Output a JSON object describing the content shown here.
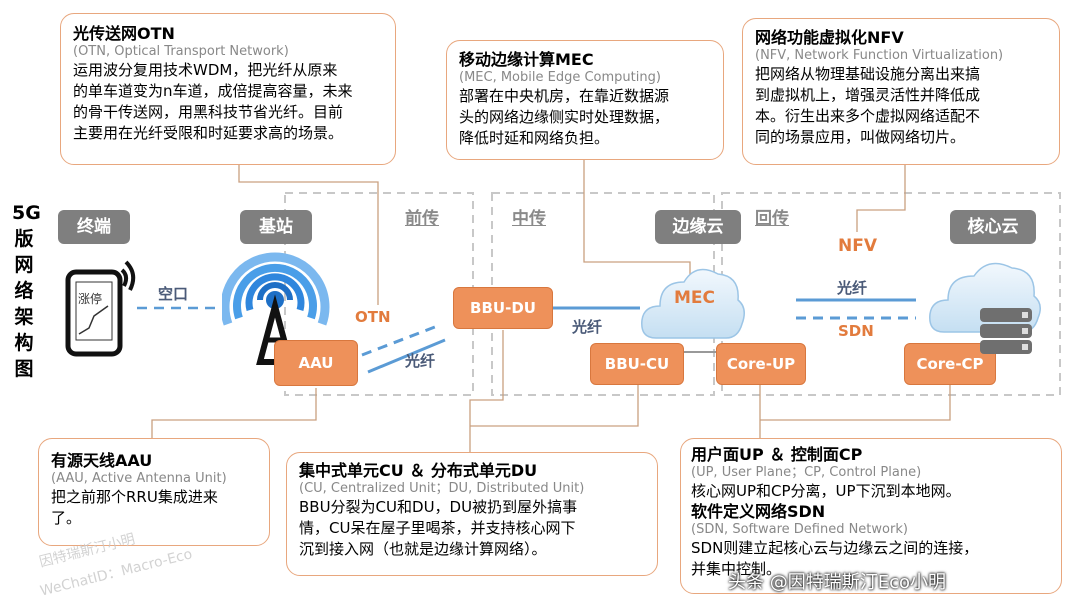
{
  "title_vertical": "5G版网络架构图",
  "tags": {
    "terminal": "终端",
    "base_station": "基站",
    "edge_cloud": "边缘云",
    "core_cloud": "核心云"
  },
  "segments": {
    "fronthaul": "前传",
    "midhaul": "中传",
    "backhaul": "回传"
  },
  "labels": {
    "air_interface": "空口",
    "otn": "OTN",
    "fiber1": "光纤",
    "fiber2": "光纤",
    "fiber3": "光纤",
    "nfv": "NFV",
    "sdn": "SDN",
    "mec": "MEC",
    "phone_screen": "涨停"
  },
  "boxes": {
    "aau": "AAU",
    "bbu_du": "BBU-DU",
    "bbu_cu": "BBU-CU",
    "core_up": "Core-UP",
    "core_cp": "Core-CP"
  },
  "callouts": {
    "otn": {
      "title": "光传送网OTN",
      "subtitle": "(OTN, Optical Transport Network)",
      "lines": [
        "运用波分复用技术WDM，把光纤从原来",
        "的单车道变为n车道，成倍提高容量，未来",
        "的骨干传送网，用黑科技节省光纤。目前",
        "主要用在光纤受限和时延要求高的场景。"
      ]
    },
    "mec": {
      "title": "移动边缘计算MEC",
      "subtitle": "(MEC, Mobile Edge Computing)",
      "lines": [
        "部署在中央机房，在靠近数据源",
        "头的网络边缘侧实时处理数据，",
        "降低时延和网络负担。"
      ]
    },
    "nfv": {
      "title": "网络功能虚拟化NFV",
      "subtitle": "(NFV, Network Function Virtualization)",
      "lines": [
        "把网络从物理基础设施分离出来搞",
        "到虚拟机上，增强灵活性并降低成",
        "本。衍生出来多个虚拟网络适配不",
        "同的场景应用，叫做网络切片。"
      ]
    },
    "aau": {
      "title": "有源天线AAU",
      "subtitle": "(AAU, Active Antenna Unit)",
      "lines": [
        "把之前那个RRU集成进来",
        "了。"
      ]
    },
    "cu_du": {
      "title": "集中式单元CU ＆ 分布式单元DU",
      "subtitle": "(CU, Centralized Unit；DU, Distributed Unit)",
      "lines": [
        "BBU分裂为CU和DU，DU被扔到屋外搞事",
        "情，CU呆在屋子里喝茶，并支持核心网下",
        "沉到接入网（也就是边缘计算网络）。"
      ]
    },
    "up_cp": {
      "title": "用户面UP ＆ 控制面CP",
      "subtitle": "(UP, User Plane；CP, Control Plane)",
      "lines": [
        "核心网UP和CP分离，UP下沉到本地网。"
      ],
      "title2": "软件定义网络SDN",
      "subtitle2": "(SDN, Software Defined Network)",
      "lines2": [
        "SDN则建立起核心云与边缘云之间的连接，",
        "并集中控制。"
      ]
    }
  },
  "watermarks": {
    "left1": "因特瑞斯汀小明",
    "left2": "WeChatID：Macro-Eco",
    "bottom": "头条 @因特瑞斯汀Eco小明"
  },
  "colors": {
    "orange": "#ee915a",
    "callout_border": "#e8a77e",
    "gray_tag": "#7f7f7f",
    "line_blue": "#5b9bd5"
  }
}
